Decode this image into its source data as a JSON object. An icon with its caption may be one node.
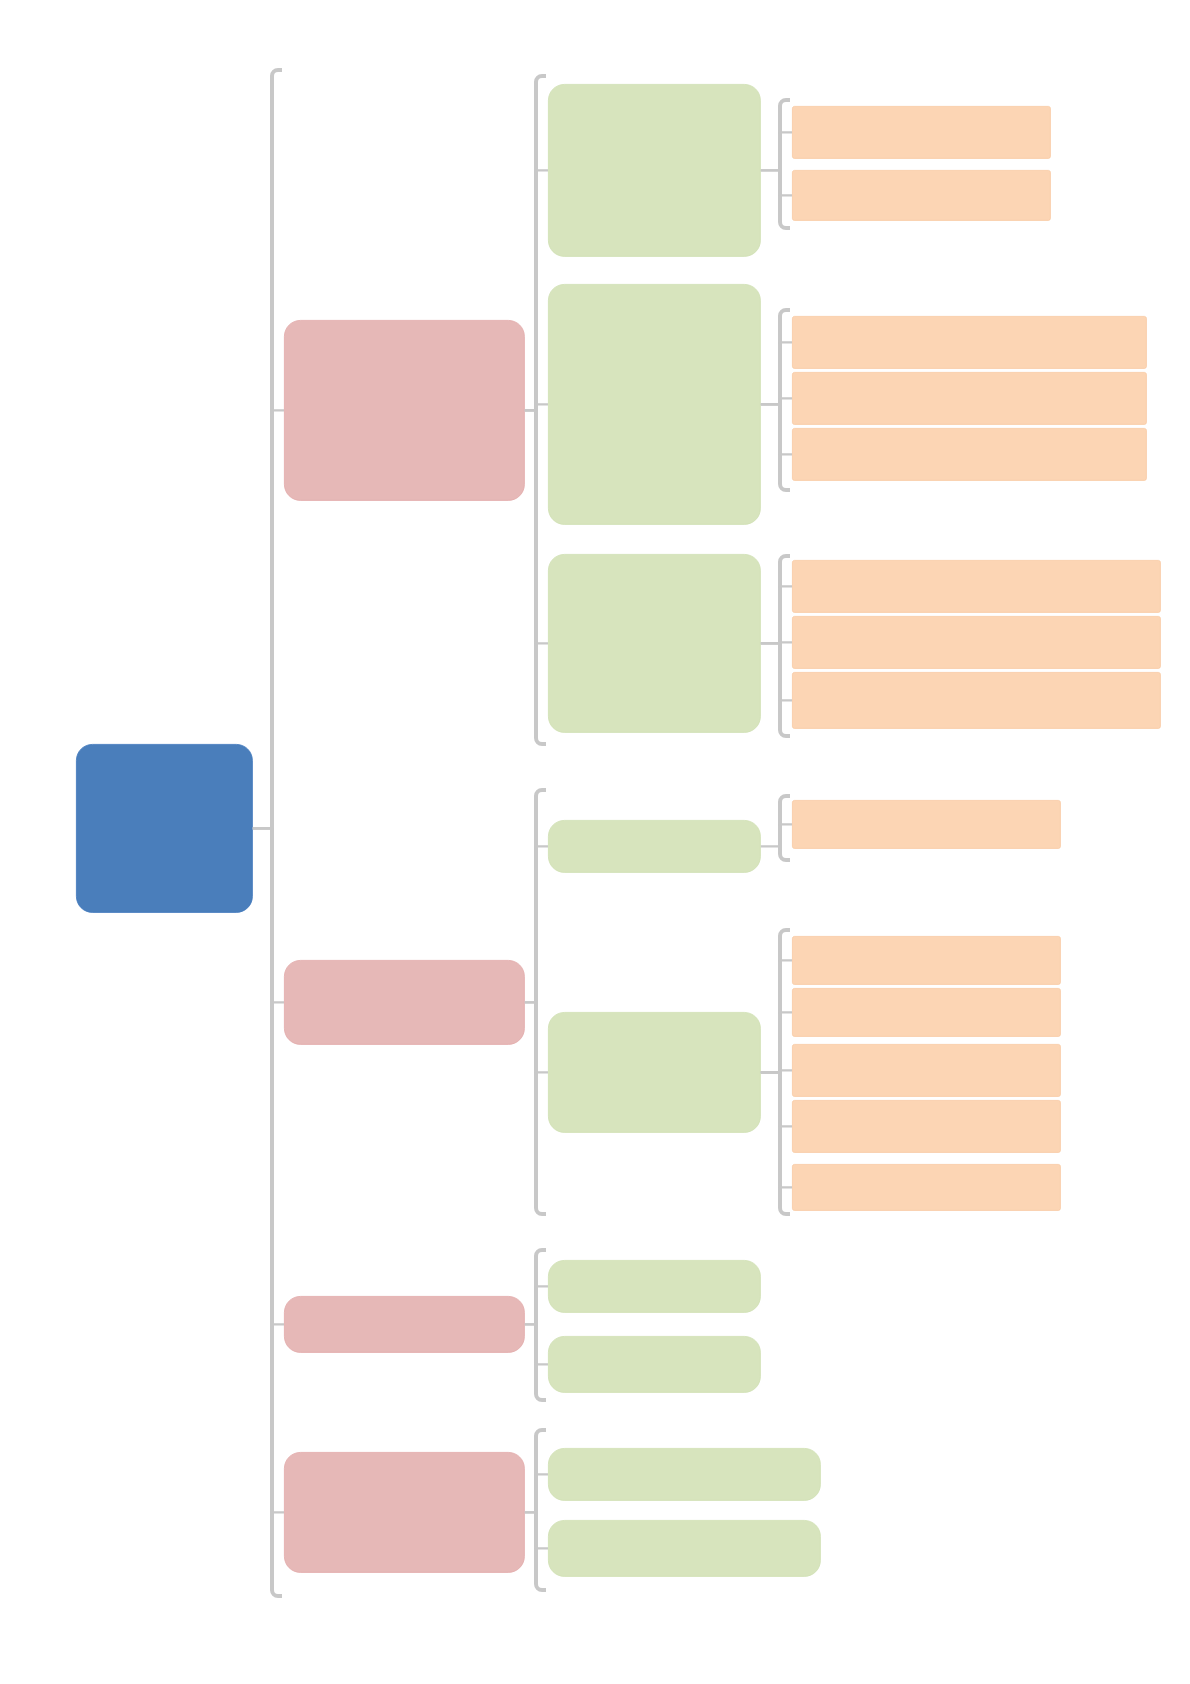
{
  "diagram": {
    "nodes": [
      {
        "text": [],
        "shape": "box"
      },
      {
        "text": [],
        "shape": "box"
      },
      {
        "text": [],
        "shape": "box"
      },
      {
        "text": [],
        "shape": "box"
      },
      {
        "text": [],
        "shape": "box"
      },
      {
        "text": [],
        "shape": "box"
      },
      {
        "text": [],
        "shape": "box"
      },
      {
        "text": [],
        "shape": "box"
      },
      {
        "text": [],
        "shape": "box"
      },
      {
        "text": [],
        "shape": "box"
      },
      {
        "text": [],
        "shape": "box"
      },
      {
        "text": [],
        "shape": "box"
      },
      {
        "text": [],
        "shape": "box"
      },
      {
        "text": [],
        "shape": "box"
      },
      {
        "text": [],
        "shape": "box"
      },
      {
        "text": [],
        "shape": "box"
      },
      {
        "text": [],
        "shape": "box"
      },
      {
        "text": [],
        "shape": "box"
      },
      {
        "text": [],
        "shape": "box"
      },
      {
        "text": [],
        "shape": "box"
      },
      {
        "text": [],
        "shape": "box"
      },
      {
        "text": [],
        "shape": "box"
      },
      {
        "text": [],
        "shape": "box"
      },
      {
        "text": [],
        "shape": "box"
      },
      {
        "text": [],
        "shape": "box"
      },
      {
        "text": [],
        "shape": "box"
      },
      {
        "text": [],
        "shape": "box"
      },
      {
        "text": [],
        "shape": "box"
      }
    ],
    "edges": [
      {
        "from": 0,
        "to": 1,
        "arrow": "none"
      },
      {
        "from": 0,
        "to": 2,
        "arrow": "none"
      },
      {
        "from": 0,
        "to": 3,
        "arrow": "none"
      },
      {
        "from": 0,
        "to": 4,
        "arrow": "none"
      },
      {
        "from": 1,
        "to": 5,
        "arrow": "none"
      },
      {
        "from": 1,
        "to": 6,
        "arrow": "none"
      },
      {
        "from": 1,
        "to": 7,
        "arrow": "none"
      },
      {
        "from": 2,
        "to": 8,
        "arrow": "none"
      },
      {
        "from": 2,
        "to": 9,
        "arrow": "none"
      },
      {
        "from": 3,
        "to": 10,
        "arrow": "none"
      },
      {
        "from": 3,
        "to": 11,
        "arrow": "none"
      },
      {
        "from": 4,
        "to": 12,
        "arrow": "none"
      },
      {
        "from": 4,
        "to": 13,
        "arrow": "none"
      },
      {
        "from": 5,
        "to": 14,
        "arrow": "none"
      },
      {
        "from": 5,
        "to": 15,
        "arrow": "none"
      },
      {
        "from": 6,
        "to": 16,
        "arrow": "none"
      },
      {
        "from": 6,
        "to": 17,
        "arrow": "none"
      },
      {
        "from": 6,
        "to": 18,
        "arrow": "none"
      },
      {
        "from": 7,
        "to": 19,
        "arrow": "none"
      },
      {
        "from": 7,
        "to": 20,
        "arrow": "none"
      },
      {
        "from": 7,
        "to": 21,
        "arrow": "none"
      },
      {
        "from": 8,
        "to": 22,
        "arrow": "none"
      },
      {
        "from": 9,
        "to": 23,
        "arrow": "none"
      },
      {
        "from": 9,
        "to": 24,
        "arrow": "none"
      },
      {
        "from": 9,
        "to": 25,
        "arrow": "none"
      },
      {
        "from": 9,
        "to": 26,
        "arrow": "none"
      },
      {
        "from": 9,
        "to": 27,
        "arrow": "none"
      }
    ]
  }
}
